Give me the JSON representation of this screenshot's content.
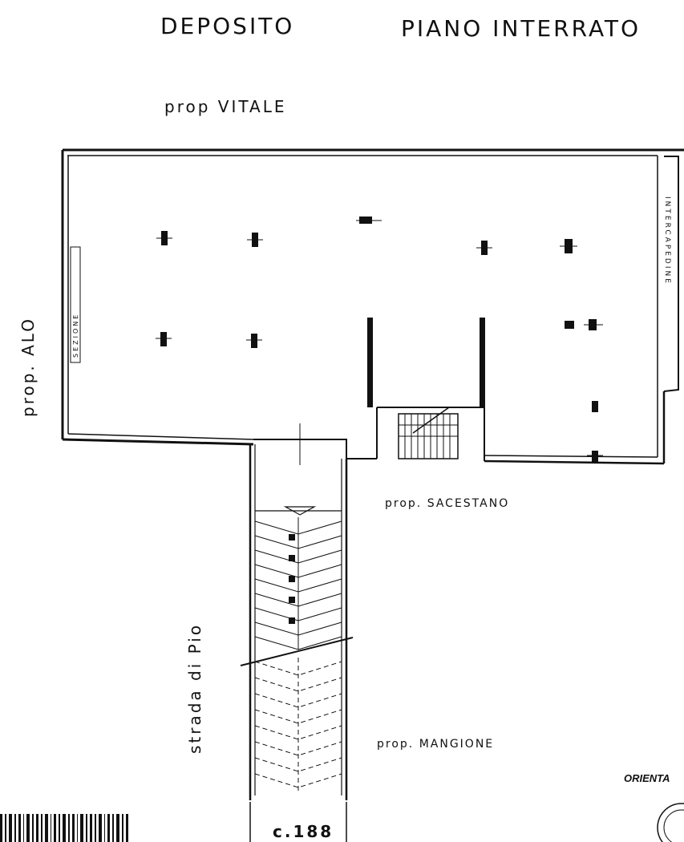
{
  "drawing": {
    "title_left": "DEPOSITO",
    "title_right": "PIANO INTERRATO",
    "owner_top": "prop VITALE",
    "owner_left": "prop. ALO",
    "owner_right_building": "prop. SACESTANO",
    "owner_bottom": "prop. MANGIONE",
    "street_label": "strada di Pio",
    "left_wall_label": "SEZIONE",
    "right_wall_label": "INTERCAPEDINE",
    "dimension": "c.188",
    "orientation_label": "ORIENTA"
  }
}
